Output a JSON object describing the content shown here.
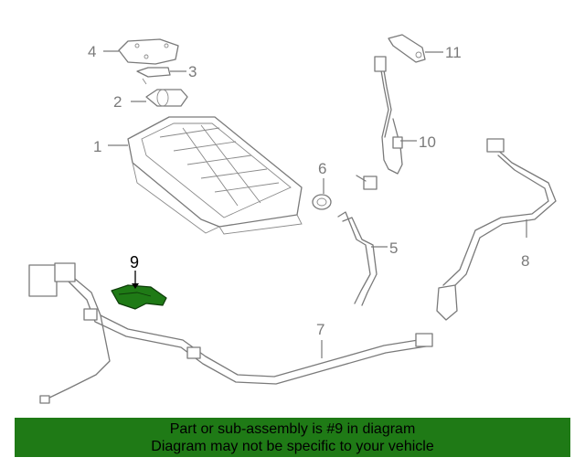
{
  "callouts": {
    "c1": "1",
    "c2": "2",
    "c3": "3",
    "c4": "4",
    "c5": "5",
    "c6": "6",
    "c7": "7",
    "c8": "8",
    "c9": "9",
    "c10": "10",
    "c11": "11"
  },
  "highlight": {
    "part_number": "9",
    "color": "#1f7a16"
  },
  "banner": {
    "line1": "Part or sub-assembly is #9 in diagram",
    "line2": "Diagram may not be specific to your vehicle",
    "background": "#1f7a16"
  }
}
